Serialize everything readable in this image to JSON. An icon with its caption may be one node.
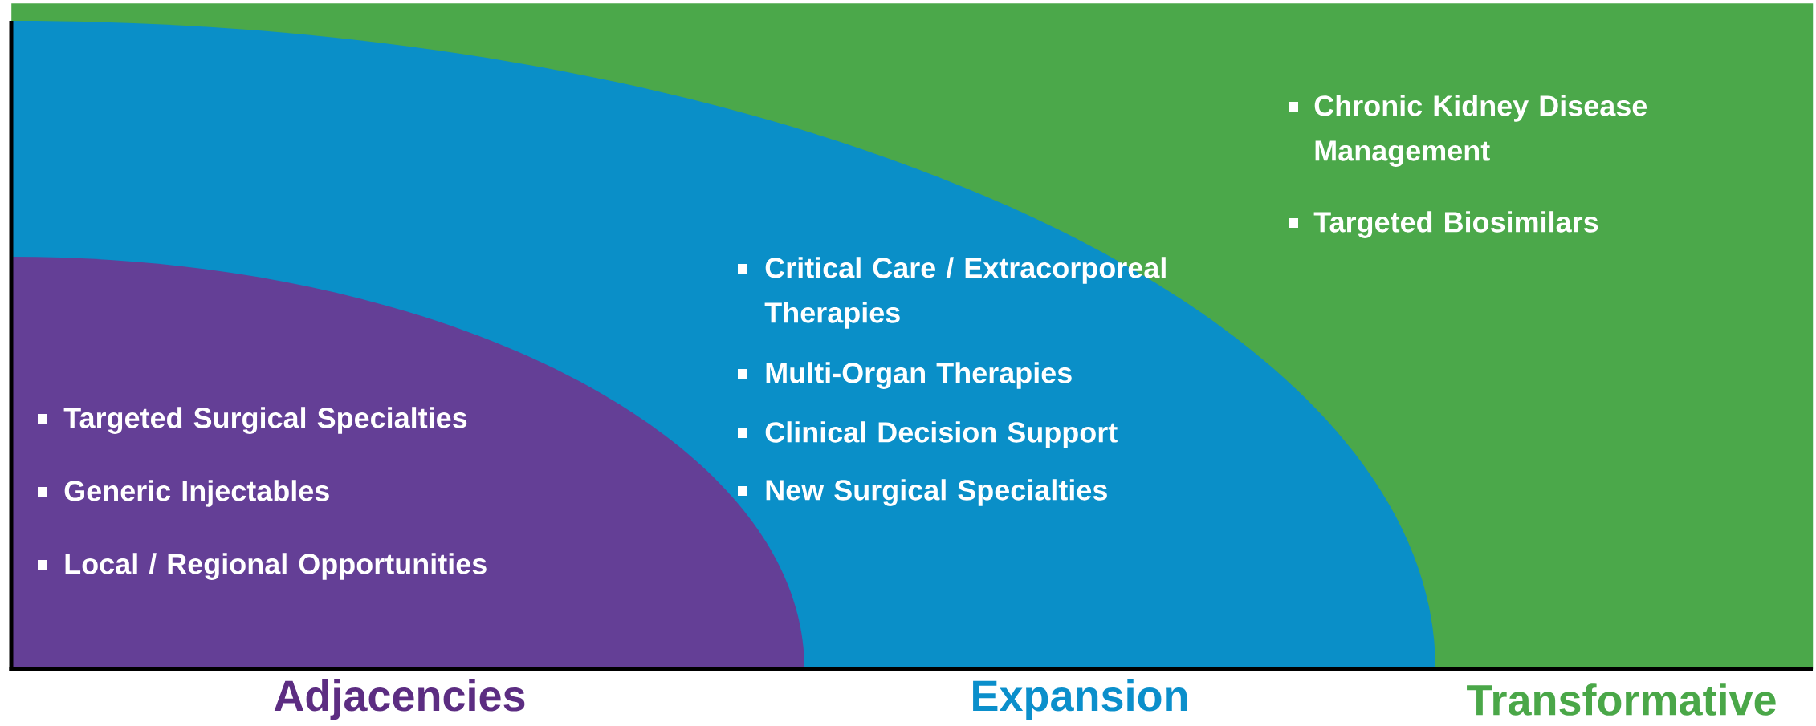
{
  "diagram": {
    "nodes": [
      {
        "text": [
          "Chronic Kidney Disease Management",
          "Targeted Biosimilars"
        ],
        "beside": [
          "Transformative"
        ]
      },
      {
        "text": [
          "Critical Care / Extracorporeal Therapies",
          "Multi-Organ Therapies",
          "Clinical Decision Support",
          "New Surgical Specialties"
        ],
        "in": 0,
        "beside": [
          "Expansion"
        ]
      },
      {
        "text": [
          "Targeted Surgical Specialties",
          "Generic Injectables",
          "Local / Regional Opportunities"
        ],
        "in": 1,
        "beside": [
          "Adjacencies"
        ]
      }
    ]
  }
}
